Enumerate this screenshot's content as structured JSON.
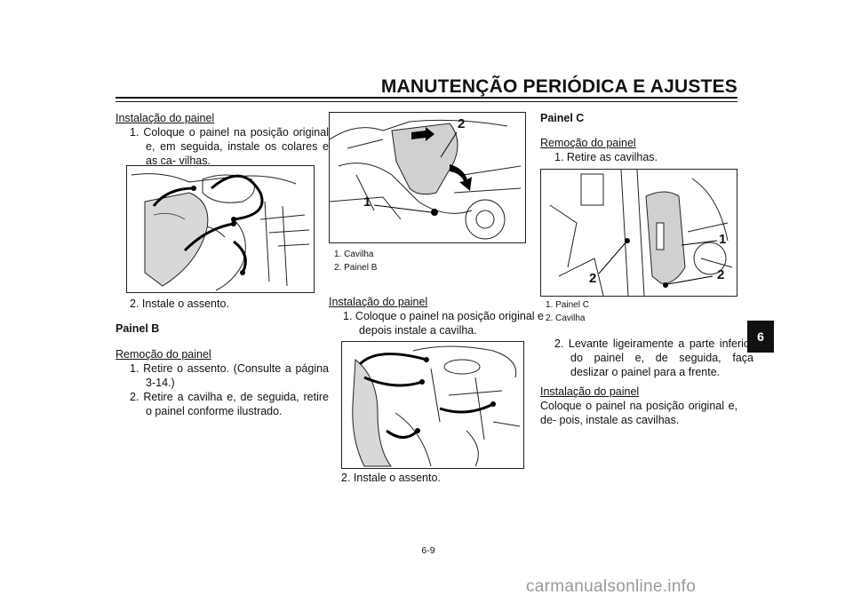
{
  "header": {
    "title": "MANUTENÇÃO PERIÓDICA E AJUSTES"
  },
  "chapter_tab": "6",
  "col1": {
    "install_heading": "Instalação do painel",
    "step1": "1. Coloque o painel na posição original e, em seguida, instale os colares e as ca- vilhas.",
    "step2": "2. Instale o assento.",
    "panel_b_heading": "Painel B",
    "removal_heading": "Remoção do painel",
    "r_step1": "1. Retire o assento. (Consulte a página 3-14.)",
    "r_step2": "2. Retire a cavilha e, de seguida, retire o painel conforme ilustrado."
  },
  "col2": {
    "fig_callouts": [
      "1",
      "2"
    ],
    "captions": [
      "1. Cavilha",
      "2. Painel B"
    ],
    "install_heading": "Instalação do painel",
    "step1": "1. Coloque o painel na posição original e depois instale a cavilha.",
    "step2": "2. Instale o assento."
  },
  "col3": {
    "panel_c_heading": "Painel C",
    "removal_heading": "Remoção do painel",
    "r_step1": "1. Retire as cavilhas.",
    "fig_callouts": [
      "1",
      "2",
      "2"
    ],
    "captions": [
      "1. Painel C",
      "2. Cavilha"
    ],
    "r_step2": "2. Levante ligeiramente a parte inferior do painel e, de seguida, faça deslizar o painel para a frente.",
    "install_heading": "Instalação do painel",
    "install_text": "Coloque o painel na posição original e, de- pois, instale as cavilhas."
  },
  "page_number": "6-9",
  "watermark": "carmanualsonline.info"
}
